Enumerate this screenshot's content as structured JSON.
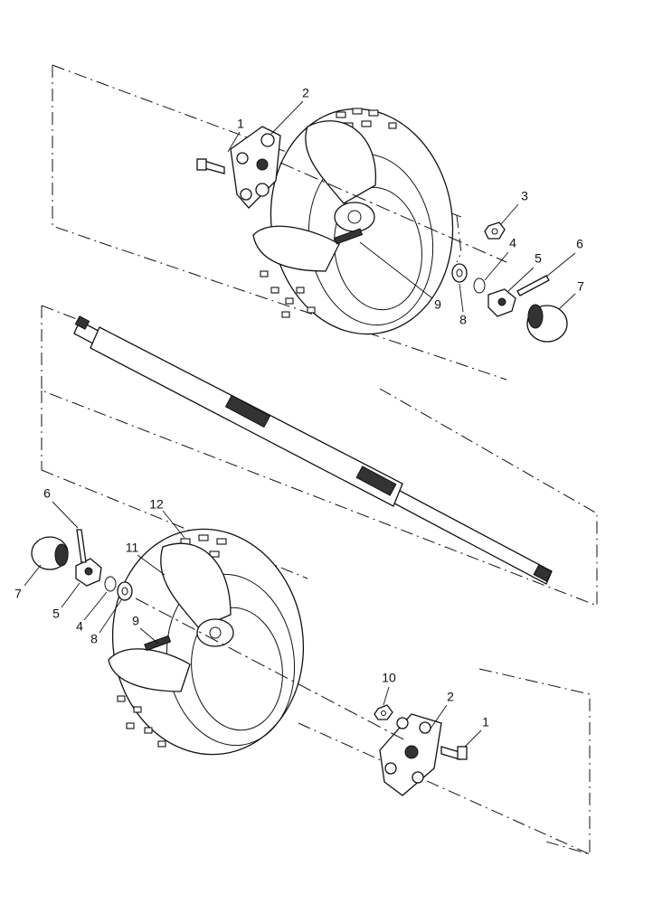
{
  "callouts": {
    "top": {
      "c1": "1",
      "c2": "2",
      "c3": "3",
      "c4": "4",
      "c5": "5",
      "c6": "6",
      "c7": "7",
      "c8": "8",
      "c9": "9"
    },
    "bottom": {
      "c1": "1",
      "c2": "2",
      "c4": "4",
      "c5": "5",
      "c6": "6",
      "c7": "7",
      "c8": "8",
      "c9": "9",
      "c10": "10",
      "c11": "11",
      "c12": "12"
    }
  }
}
